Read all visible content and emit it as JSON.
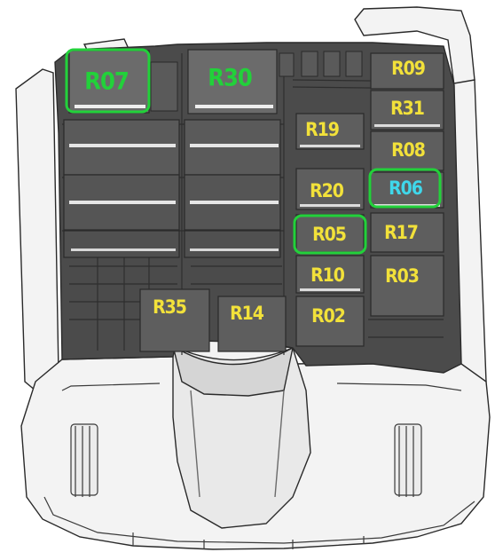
{
  "colors": {
    "label_yellow": "#f2e13a",
    "label_cyan": "#3fd7ea",
    "highlight_green": "#22d13a",
    "relay_face": "#5d5d5d",
    "relay_top": "#7a7a7a",
    "housing_dark": "#4b4b4b",
    "housing_outline": "#2a2a2a",
    "cover_white": "#f3f3f3"
  },
  "relays": [
    {
      "id": "R07",
      "label": "R07",
      "color": "green",
      "highlighted": true
    },
    {
      "id": "R30",
      "label": "R30",
      "color": "green",
      "highlighted": false
    },
    {
      "id": "R09",
      "label": "R09",
      "color": "yellow",
      "highlighted": false
    },
    {
      "id": "R31",
      "label": "R31",
      "color": "yellow",
      "highlighted": false
    },
    {
      "id": "R19",
      "label": "R19",
      "color": "yellow",
      "highlighted": false
    },
    {
      "id": "R08",
      "label": "R08",
      "color": "yellow",
      "highlighted": false
    },
    {
      "id": "R20",
      "label": "R20",
      "color": "yellow",
      "highlighted": false
    },
    {
      "id": "R06",
      "label": "R06",
      "color": "cyan",
      "highlighted": true
    },
    {
      "id": "R05",
      "label": "R05",
      "color": "yellow",
      "highlighted": true
    },
    {
      "id": "R17",
      "label": "R17",
      "color": "yellow",
      "highlighted": false
    },
    {
      "id": "R10",
      "label": "R10",
      "color": "yellow",
      "highlighted": false
    },
    {
      "id": "R03",
      "label": "R03",
      "color": "yellow",
      "highlighted": false
    },
    {
      "id": "R35",
      "label": "R35",
      "color": "yellow",
      "highlighted": false
    },
    {
      "id": "R14",
      "label": "R14",
      "color": "yellow",
      "highlighted": false
    },
    {
      "id": "R02",
      "label": "R02",
      "color": "yellow",
      "highlighted": false
    }
  ]
}
